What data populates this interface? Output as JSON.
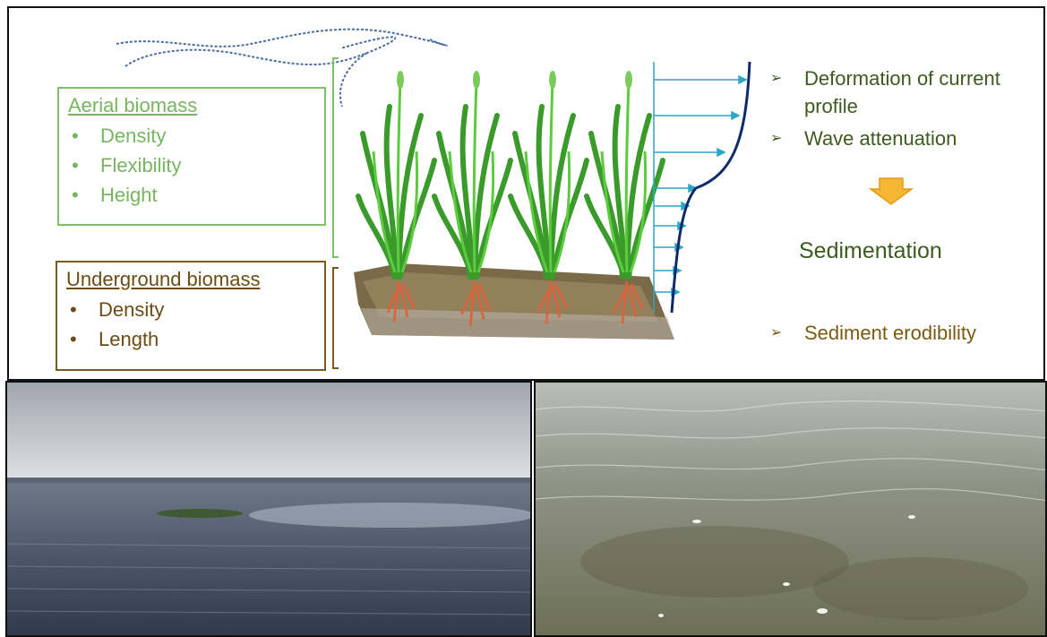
{
  "aerial": {
    "title": "Aerial biomass",
    "items": [
      "Density",
      "Flexibility",
      "Height"
    ]
  },
  "underground": {
    "title": "Underground biomass",
    "items": [
      "Density",
      "Length"
    ]
  },
  "effects": {
    "items": [
      "Deformation of current profile",
      "Wave attenuation"
    ],
    "result": "Sedimentation",
    "sediment": "Sediment erodibility"
  },
  "colors": {
    "aerial": "#76b65f",
    "underground": "#6b4c14",
    "text_dark_green": "#3e5a1f",
    "profile_line": "#0d2a6b",
    "arrows": "#2aa6c6",
    "down_arrow": "#f5b731"
  }
}
